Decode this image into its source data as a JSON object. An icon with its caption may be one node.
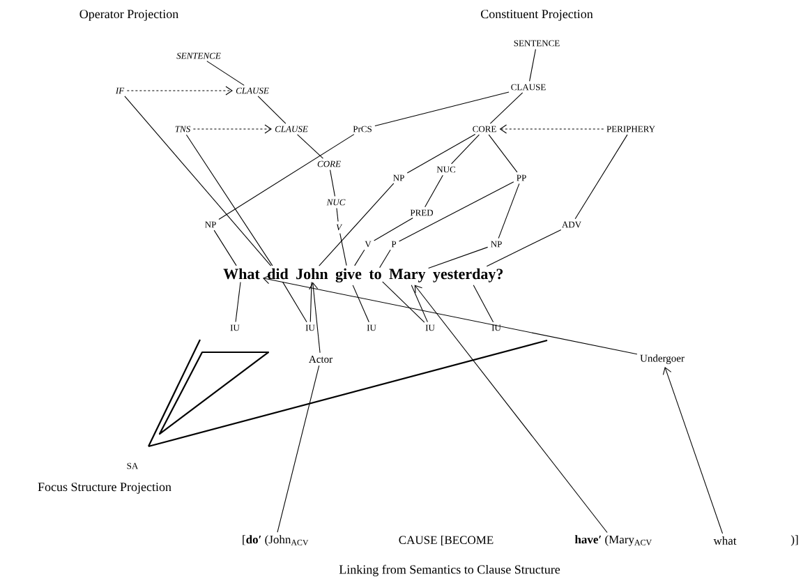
{
  "diagram": {
    "nodes": [
      {
        "text": [
          "SENTENCE"
        ]
      },
      {
        "text": [
          "IF"
        ]
      },
      {
        "text": [
          "CLAUSE"
        ]
      },
      {
        "text": [
          "TNS"
        ]
      },
      {
        "text": [
          "CLAUSE"
        ]
      },
      {
        "text": [
          "CORE"
        ]
      },
      {
        "text": [
          "NUC"
        ]
      },
      {
        "text": [
          "V"
        ]
      },
      {
        "text": [
          "SENTENCE"
        ]
      },
      {
        "text": [
          "CLAUSE"
        ]
      },
      {
        "text": [
          "PrCS"
        ]
      },
      {
        "text": [
          "CORE"
        ]
      },
      {
        "text": [
          "PERIPHERY"
        ]
      },
      {
        "text": [
          "NP"
        ]
      },
      {
        "text": [
          "NUC"
        ]
      },
      {
        "text": [
          "PP"
        ]
      },
      {
        "text": [
          "NP"
        ]
      },
      {
        "text": [
          "PRED"
        ]
      },
      {
        "text": [
          "ADV"
        ]
      },
      {
        "text": [
          "V"
        ]
      },
      {
        "text": [
          "P"
        ]
      },
      {
        "text": [
          "NP"
        ]
      },
      {
        "text": [
          "What"
        ]
      },
      {
        "text": [
          "did"
        ]
      },
      {
        "text": [
          "John"
        ]
      },
      {
        "text": [
          "give"
        ]
      },
      {
        "text": [
          "to"
        ]
      },
      {
        "text": [
          "Mary"
        ]
      },
      {
        "text": [
          "yesterday?"
        ]
      },
      {
        "text": [
          "IU"
        ]
      },
      {
        "text": [
          "IU"
        ]
      },
      {
        "text": [
          "IU"
        ]
      },
      {
        "text": [
          "IU"
        ]
      },
      {
        "text": [
          "IU"
        ]
      },
      {
        "text": [
          "SA"
        ]
      },
      {
        "text": [
          "Actor"
        ]
      },
      {
        "text": [
          "Undergoer"
        ]
      },
      {
        "text": [
          "[**do′** (John$_{ACV}$"
        ]
      },
      {
        "text": [
          "**have′** (Mary$_{ACV}$"
        ]
      },
      {
        "text": [
          "what"
        ]
      }
    ],
    "edges": [
      {
        "from": 0,
        "to": 2,
        "arrow": "none"
      },
      {
        "from": 1,
        "to": 2,
        "arrow": "to",
        "style": "dashed"
      },
      {
        "from": 2,
        "to": 4,
        "arrow": "none"
      },
      {
        "from": 3,
        "to": 4,
        "arrow": "to",
        "style": "dashed"
      },
      {
        "from": 4,
        "to": 5,
        "arrow": "none"
      },
      {
        "from": 5,
        "to": 6,
        "arrow": "none"
      },
      {
        "from": 6,
        "to": 7,
        "arrow": "none"
      },
      {
        "from": 1,
        "to": 23,
        "arrow": "none"
      },
      {
        "from": 3,
        "to": 23,
        "arrow": "none"
      },
      {
        "from": 7,
        "to": 25,
        "arrow": "none"
      },
      {
        "from": 8,
        "to": 9,
        "arrow": "none"
      },
      {
        "from": 9,
        "to": 10,
        "arrow": "none"
      },
      {
        "from": 9,
        "to": 11,
        "arrow": "none"
      },
      {
        "from": 12,
        "to": 11,
        "arrow": "to",
        "style": "dashed"
      },
      {
        "from": 12,
        "to": 18,
        "arrow": "none"
      },
      {
        "from": 11,
        "to": 13,
        "arrow": "none"
      },
      {
        "from": 11,
        "to": 14,
        "arrow": "none"
      },
      {
        "from": 11,
        "to": 15,
        "arrow": "none"
      },
      {
        "from": 14,
        "to": 17,
        "arrow": "none"
      },
      {
        "from": 17,
        "to": 19,
        "arrow": "none"
      },
      {
        "from": 15,
        "to": 20,
        "arrow": "none"
      },
      {
        "from": 15,
        "to": 21,
        "arrow": "none"
      },
      {
        "from": 10,
        "to": 16,
        "arrow": "none"
      },
      {
        "from": 16,
        "to": 22,
        "arrow": "none"
      },
      {
        "from": 13,
        "to": 24,
        "arrow": "none"
      },
      {
        "from": 19,
        "to": 25,
        "arrow": "none"
      },
      {
        "from": 20,
        "to": 26,
        "arrow": "none"
      },
      {
        "from": 21,
        "to": 27,
        "arrow": "none"
      },
      {
        "from": 18,
        "to": 28,
        "arrow": "none"
      },
      {
        "from": 22,
        "to": 29,
        "arrow": "none"
      },
      {
        "from": 23,
        "to": 30,
        "arrow": "none"
      },
      {
        "from": 24,
        "to": 30,
        "arrow": "none"
      },
      {
        "from": 25,
        "to": 31,
        "arrow": "none"
      },
      {
        "from": 26,
        "to": 32,
        "arrow": "none"
      },
      {
        "from": 27,
        "to": 32,
        "arrow": "none"
      },
      {
        "from": 28,
        "to": 33,
        "arrow": "none"
      },
      {
        "from": 37,
        "to": 35,
        "arrow": "none"
      },
      {
        "from": 35,
        "to": 24,
        "arrow": "to"
      },
      {
        "from": 38,
        "to": 27,
        "arrow": "to"
      },
      {
        "from": 39,
        "to": 36,
        "arrow": "to"
      },
      {
        "from": 36,
        "to": 22,
        "arrow": "to"
      }
    ],
    "labels": [
      "Operator Projection",
      "Constituent Projection",
      "Focus Structure Projection",
      "CAUSE [BECOME",
      ")]",
      "Linking from Semantics to Clause Structure"
    ]
  }
}
